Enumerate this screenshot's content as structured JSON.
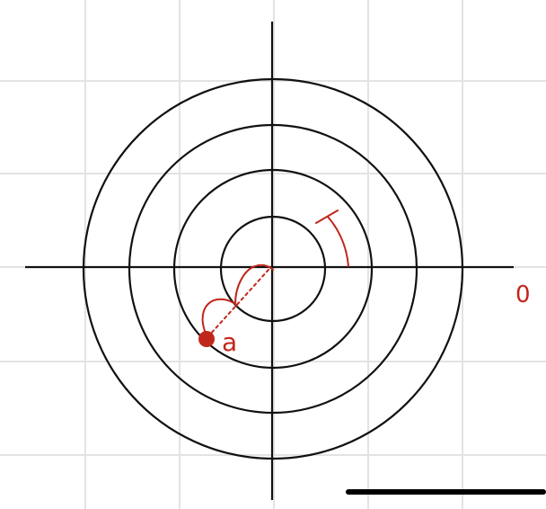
{
  "diagram": {
    "rings": 4,
    "point_label": "a",
    "axis_end_label": "0",
    "colors": {
      "background": "#ffffff",
      "grid": "#e3e3e6",
      "ink": "#111111",
      "annotation": "#c0271b",
      "home_indicator": "#000000"
    }
  }
}
